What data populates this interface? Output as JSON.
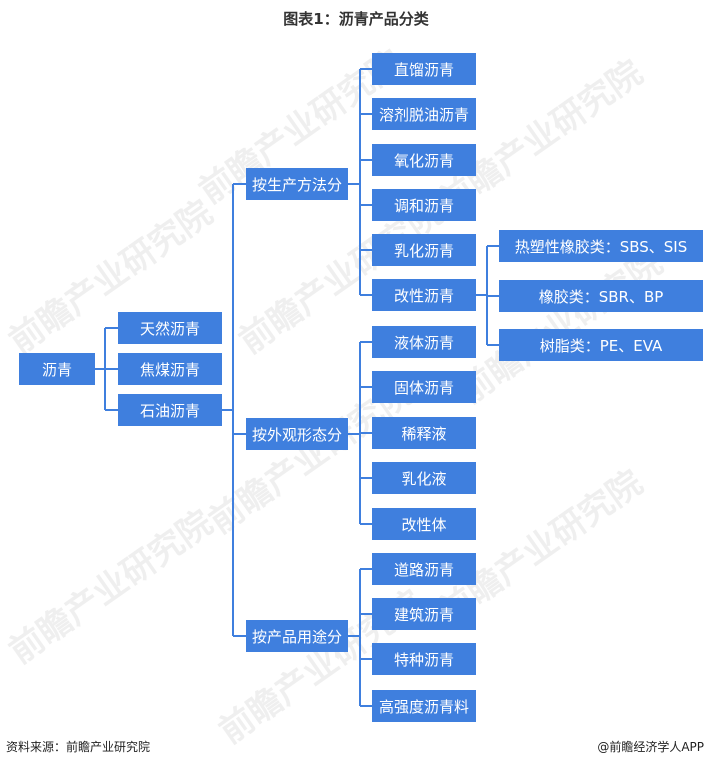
{
  "title": "图表1：沥青产品分类",
  "root": "沥青",
  "level1": [
    "天然沥青",
    "焦煤沥青",
    "石油沥青"
  ],
  "level2": [
    "按生产方法分",
    "按外观形态分",
    "按产品用途分"
  ],
  "production_method": [
    "直馏沥青",
    "溶剂脱油沥青",
    "氧化沥青",
    "调和沥青",
    "乳化沥青",
    "改性沥青"
  ],
  "appearance": [
    "液体沥青",
    "固体沥青",
    "稀释液",
    "乳化液",
    "改性体"
  ],
  "usage": [
    "道路沥青",
    "建筑沥青",
    "特种沥青",
    "高强度沥青料"
  ],
  "modified_types": [
    "热塑性橡胶类：SBS、SIS",
    "橡胶类：SBR、BP",
    "树脂类：PE、EVA"
  ],
  "watermark": "前瞻产业研究院",
  "footer": {
    "source": "资料来源：前瞻产业研究院",
    "brand": "@前瞻经济学人APP"
  },
  "colors": {
    "box": "#3f7fde",
    "line": "#3f7fde"
  }
}
